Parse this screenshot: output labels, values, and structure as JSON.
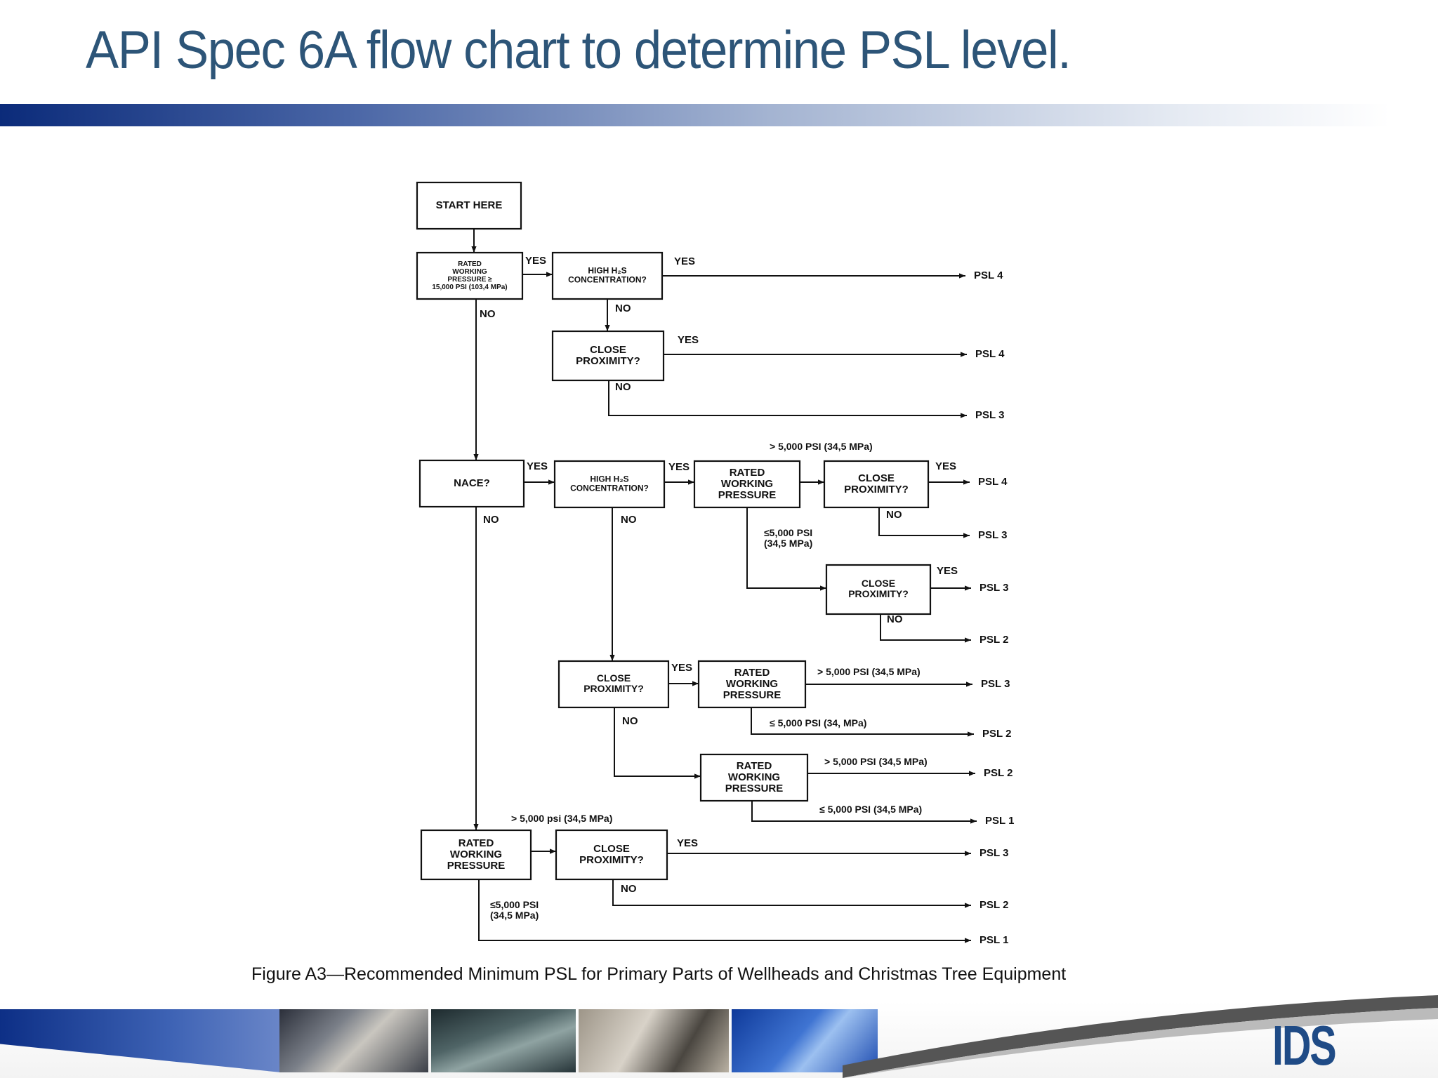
{
  "slide": {
    "title": "API Spec 6A flow chart to determine PSL level.",
    "caption": "Figure  A3—Recommended Minimum PSL for Primary Parts of Wellheads and Christmas Tree Equipment",
    "logo_text": "IDS"
  },
  "flowchart": {
    "nodes": {
      "start": [
        "START HERE"
      ],
      "rwp_top": [
        "RATED",
        "WORKING",
        "PRESSURE ≥",
        "15,000 PSI (103,4 MPa)"
      ],
      "h2s_top": [
        "HIGH H₂S",
        "CONCENTRATION?"
      ],
      "close_top": [
        "CLOSE",
        "PROXIMITY?"
      ],
      "nace": [
        "NACE?"
      ],
      "h2s_mid": [
        "HIGH H₂S",
        "CONCENTRATION?"
      ],
      "rwp_mid": [
        "RATED",
        "WORKING",
        "PRESSURE"
      ],
      "close_mid1": [
        "CLOSE",
        "PROXIMITY?"
      ],
      "close_mid2": [
        "CLOSE",
        "PROXIMITY?"
      ],
      "close_low": [
        "CLOSE",
        "PROXIMITY?"
      ],
      "rwp_low1": [
        "RATED",
        "WORKING",
        "PRESSURE"
      ],
      "rwp_low2": [
        "RATED",
        "WORKING",
        "PRESSURE"
      ],
      "rwp_bot": [
        "RATED",
        "WORKING",
        "PRESSURE"
      ],
      "close_bot": [
        "CLOSE",
        "PROXIMITY?"
      ]
    },
    "labels": {
      "yes": "YES",
      "no": "NO",
      "gt_5000_a": "> 5,000 PSI (34,5 MPa)",
      "le_5000_a": [
        "≤5,000 PSI",
        "(34,5 MPa)"
      ],
      "gt_5000_b": "> 5,000 PSI (34,5 MPa)",
      "le_5000_b": "≤ 5,000 PSI (34, MPa)",
      "gt_5000_c": "> 5,000 PSI (34,5 MPa)",
      "le_5000_c": "≤ 5,000 PSI (34,5 MPa)",
      "gt_5000_d": "> 5,000 psi (34,5 MPa)",
      "le_5000_d": [
        "≤5,000 PSI",
        "(34,5 MPa)"
      ]
    },
    "outcomes": [
      "PSL 4",
      "PSL 4",
      "PSL 3",
      "PSL 4",
      "PSL 3",
      "PSL 3",
      "PSL 2",
      "PSL 3",
      "PSL 2",
      "PSL 2",
      "PSL 1",
      "PSL 3",
      "PSL 2",
      "PSL 1"
    ]
  }
}
